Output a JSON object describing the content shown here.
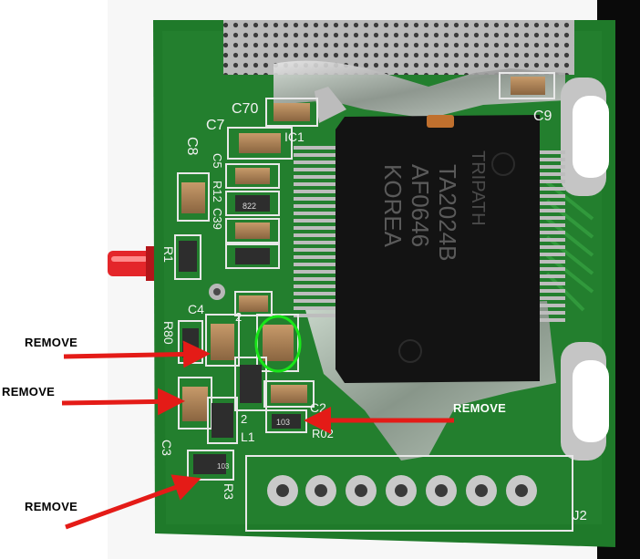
{
  "annotations": {
    "remove_1": "REMOVE",
    "remove_2": "REMOVE",
    "remove_3": "REMOVE",
    "remove_4": "REMOVE"
  },
  "silkscreen": {
    "c70": "C70",
    "c7": "C7",
    "c8": "C8",
    "c9": "C9",
    "c5": "C5",
    "r12": "R12",
    "c39": "C39",
    "r1": "R1",
    "c4": "C4",
    "r80": "R80",
    "c3": "C3",
    "ic1": "IC1",
    "c2": "C2",
    "l1": "L1",
    "j2": "J2",
    "r3": "R3",
    "r02": "R02",
    "n2": "2",
    "n2b": "2"
  },
  "chip": {
    "line1": "TA2024B",
    "line2": "AF0646",
    "line3": "KOREA",
    "brand": "TRIPATH"
  },
  "resistor_codes": {
    "r_a": "822",
    "r_b": "103",
    "r_c": "103"
  },
  "colors": {
    "pcb": "#1f7a2a",
    "annotation_arrow": "#e41b17",
    "highlight_circle": "#19e619",
    "chip": "#131313"
  }
}
